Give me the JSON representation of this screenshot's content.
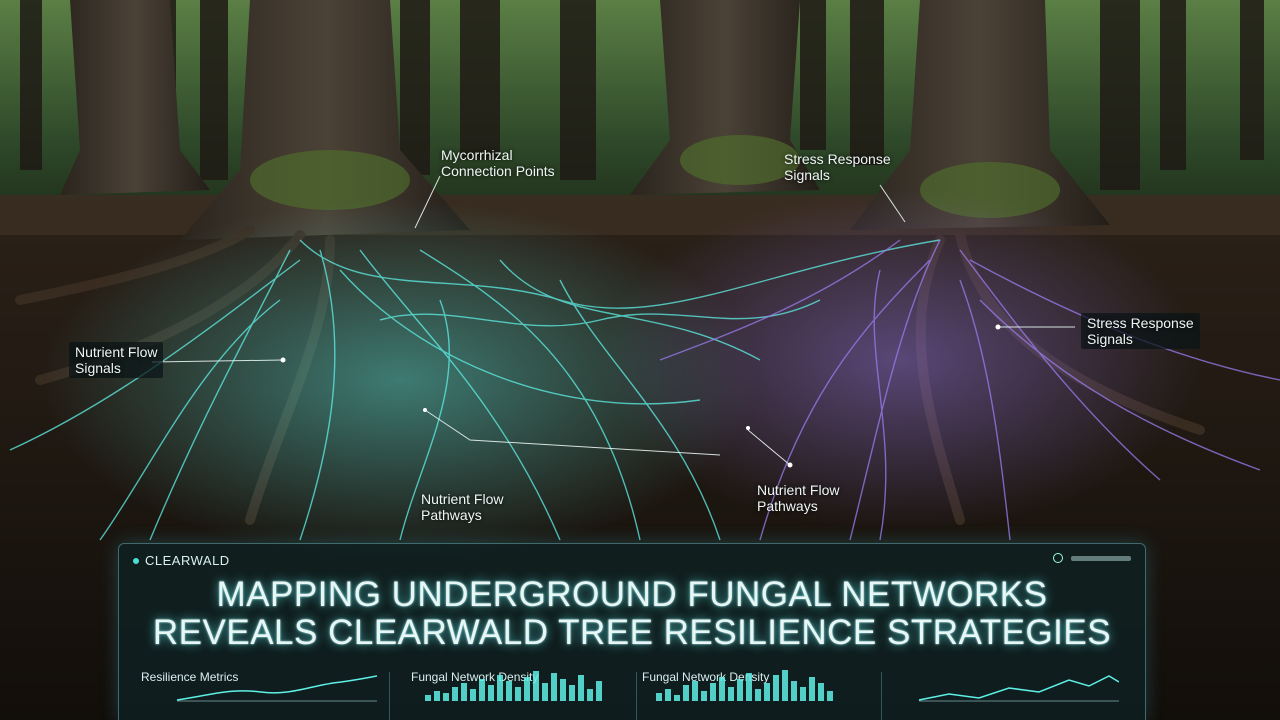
{
  "annotations": {
    "mycorrhizal": [
      "Mycorrhizal",
      "Connection Points"
    ],
    "stress_top": [
      "Stress Response",
      "Signals"
    ],
    "stress_right": [
      "Stress Response",
      "Signals"
    ],
    "nutrient_signals": [
      "Nutrient Flow",
      "Signals"
    ],
    "pathways_left": [
      "Nutrient Flow",
      "Pathways"
    ],
    "pathways_right": [
      "Nutrient Flow",
      "Pathways"
    ]
  },
  "panel": {
    "brand": "CLEARWALD",
    "headline": [
      "MAPPING UNDERGROUND FUNGAL NETWORKS",
      "REVEALS CLEARWALD TREE RESILIENCE STRATEGIES"
    ],
    "widgets": {
      "resilience": "Resilience Metrics",
      "density_1": "Fungal Network Density",
      "density_2": "Fungal Network Density"
    }
  },
  "colors": {
    "network_cyan": "#5ef0e6",
    "network_violet": "#9b7cf0",
    "panel_border": "#78c8d2"
  }
}
